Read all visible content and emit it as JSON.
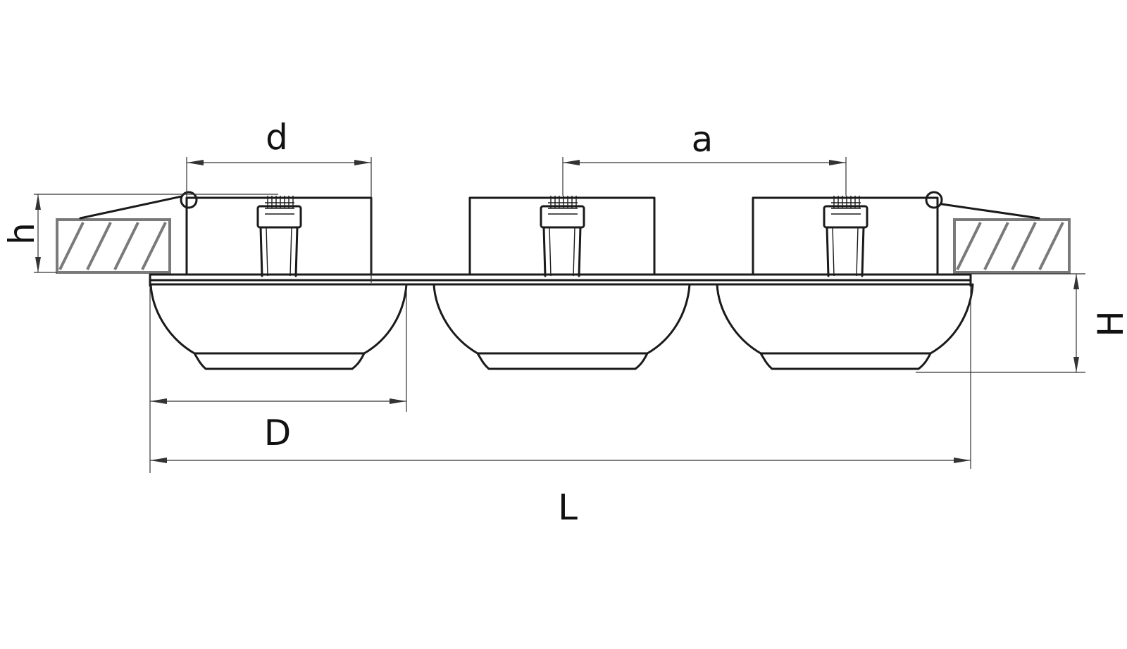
{
  "labels": {
    "d": "d",
    "a": "a",
    "h": "h",
    "H": "H",
    "D": "D",
    "L": "L"
  }
}
